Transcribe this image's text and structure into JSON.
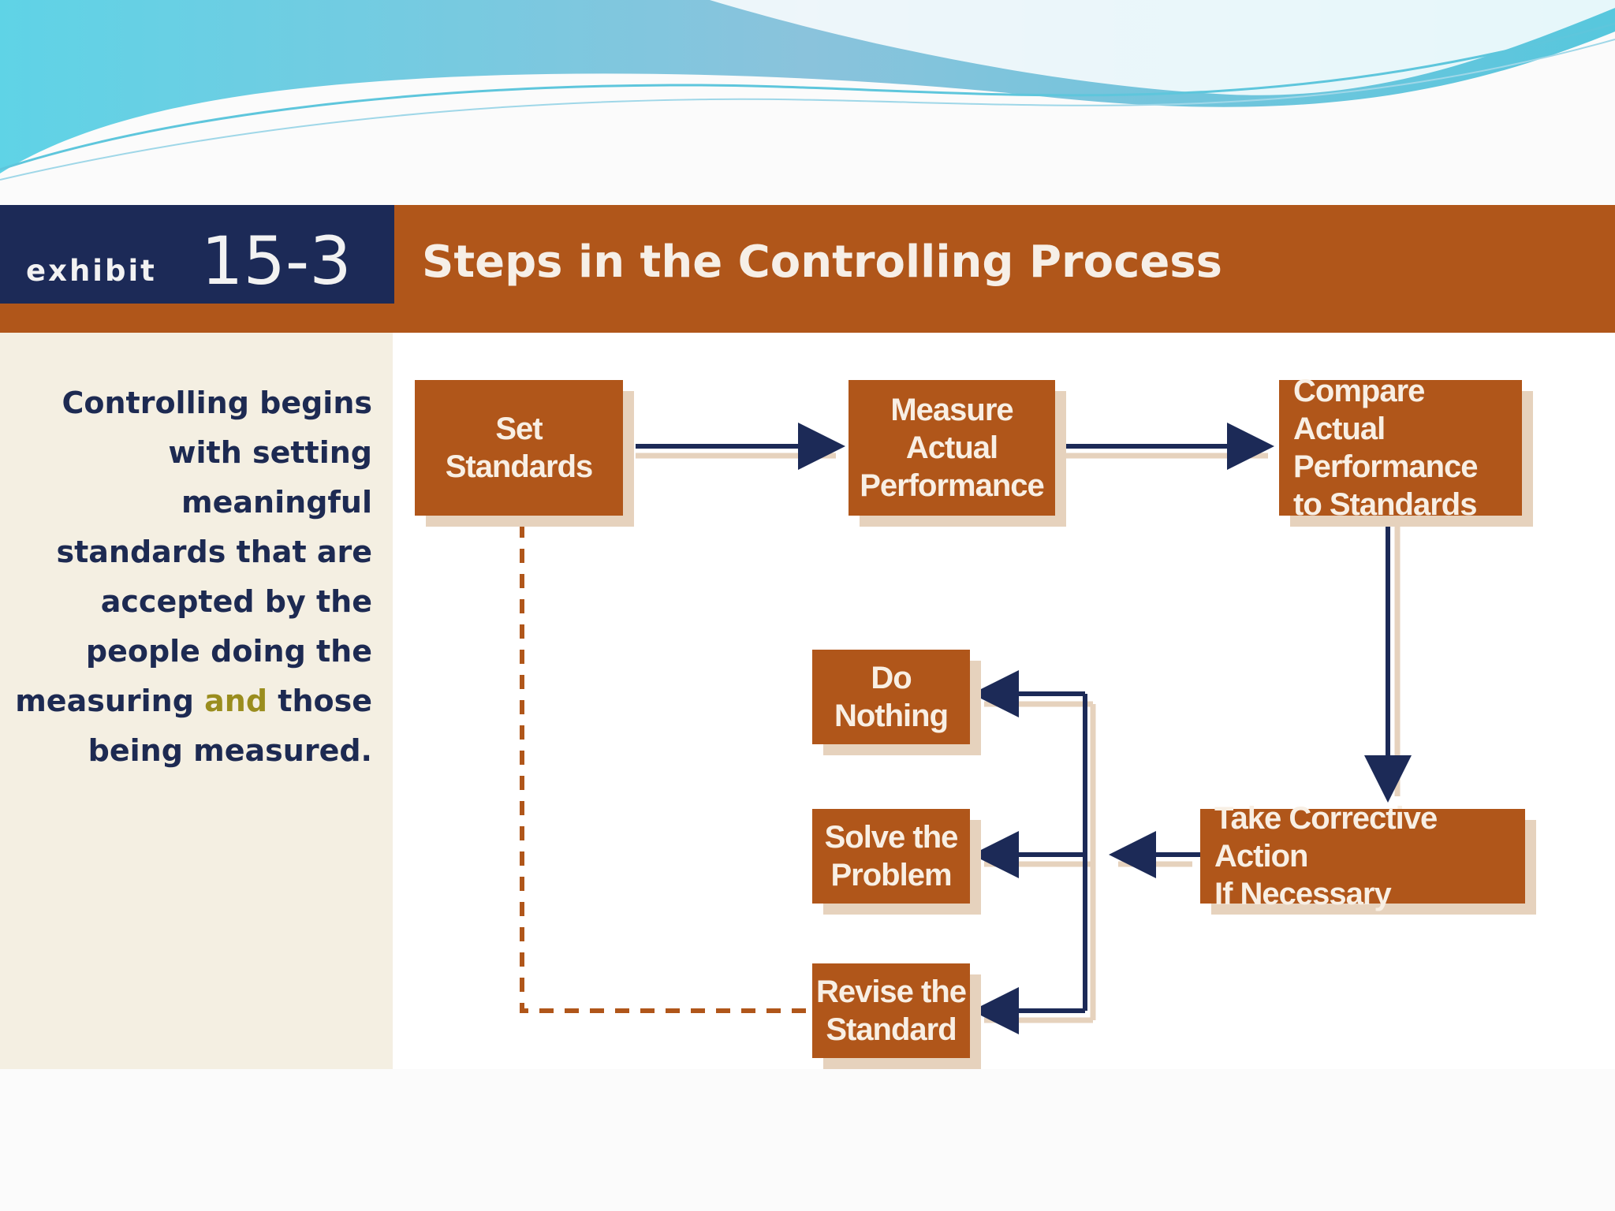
{
  "exhibit": {
    "word": "exhibit",
    "number": "15-3",
    "title": "Steps in the Controlling Process"
  },
  "caption": {
    "before": "Controlling begins with setting meaningful standards that are accepted by the people doing the measuring ",
    "highlight": "and",
    "after": " those being measured."
  },
  "steps": {
    "set_standards": "Set\nStandards",
    "measure": "Measure\nActual\nPerformance",
    "compare": "Compare Actual\nPerformance\nto Standards",
    "corrective": "Take Corrective Action\nIf Necessary",
    "do_nothing": "Do\nNothing",
    "solve": "Solve the\nProblem",
    "revise": "Revise the\nStandard"
  },
  "colors": {
    "box": "#b0561a",
    "arrow": "#1c2a57",
    "header_band": "#b0561a",
    "exhibit_box": "#1c2a57",
    "side_panel": "#f4efe2"
  }
}
